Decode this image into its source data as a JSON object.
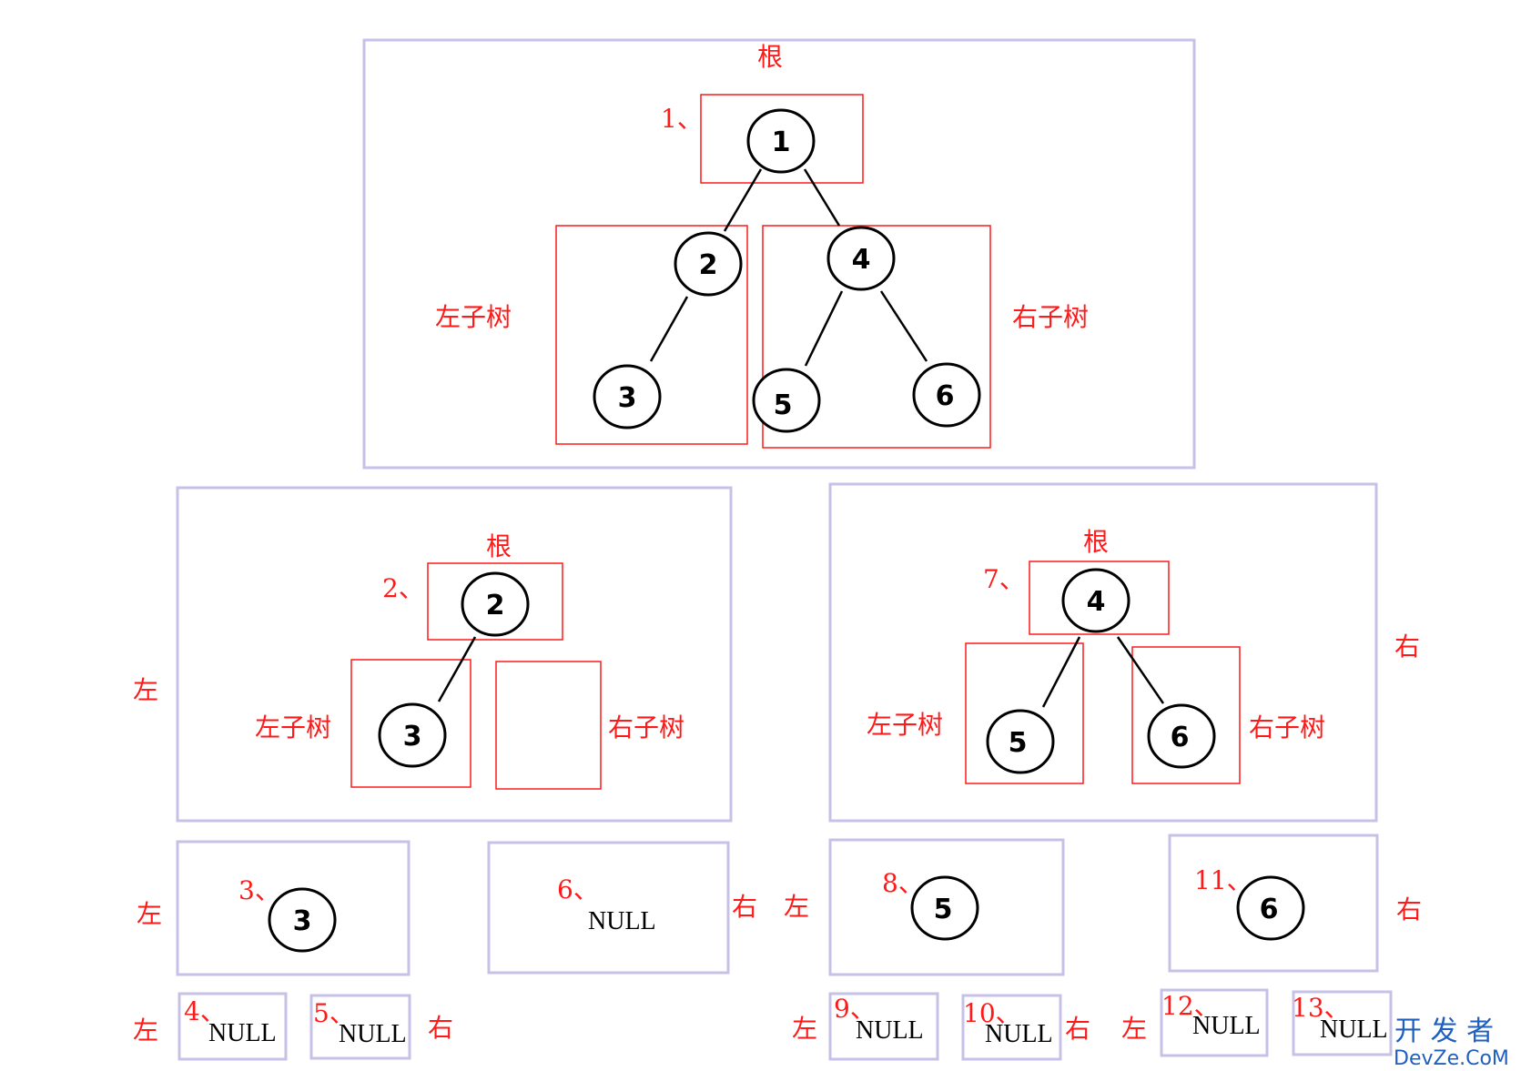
{
  "labels": {
    "root": "根",
    "left_subtree": "左子树",
    "right_subtree": "右子树",
    "left": "左",
    "right": "右",
    "null": "NULL"
  },
  "nodes": {
    "n1": "1",
    "n2": "2",
    "n3": "3",
    "n4": "4",
    "n5": "5",
    "n6": "6"
  },
  "steps": [
    "1、",
    "2、",
    "3、",
    "4、",
    "5、",
    "6、",
    "7、",
    "8、",
    "9、",
    "10、",
    "11、",
    "12、",
    "13、"
  ],
  "watermark": {
    "line1": "开 发 者",
    "line2": "DevZe.CoM"
  },
  "colors": {
    "frame": "#c6c1e6",
    "highlight": "#ff1a1a",
    "text_red": "#ff1a1a",
    "watermark": "#1f5fbf"
  }
}
